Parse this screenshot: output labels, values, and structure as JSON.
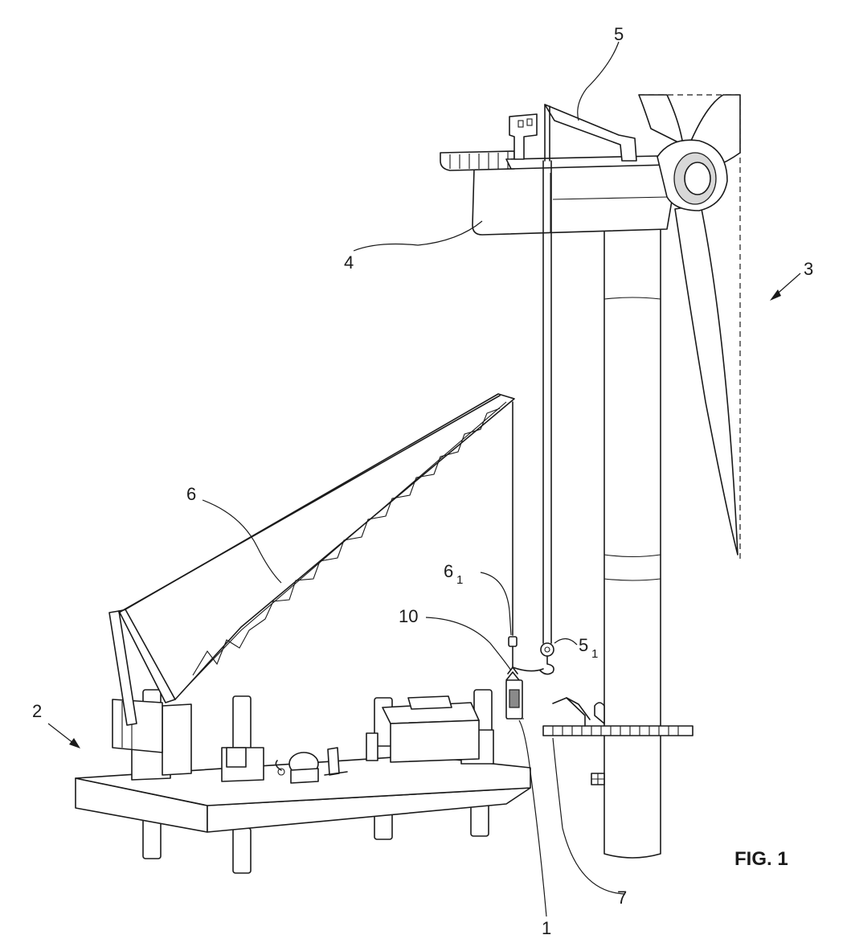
{
  "figure": {
    "title": "FIG. 1"
  },
  "labels": {
    "l1": "1",
    "l2": "2",
    "l3": "3",
    "l4": "4",
    "l5": "5",
    "l6": "6",
    "l7": "7",
    "l10": "10",
    "l6_1": {
      "main": "6",
      "sub": "1"
    },
    "l5_1": {
      "main": "5",
      "sub": "1"
    }
  }
}
